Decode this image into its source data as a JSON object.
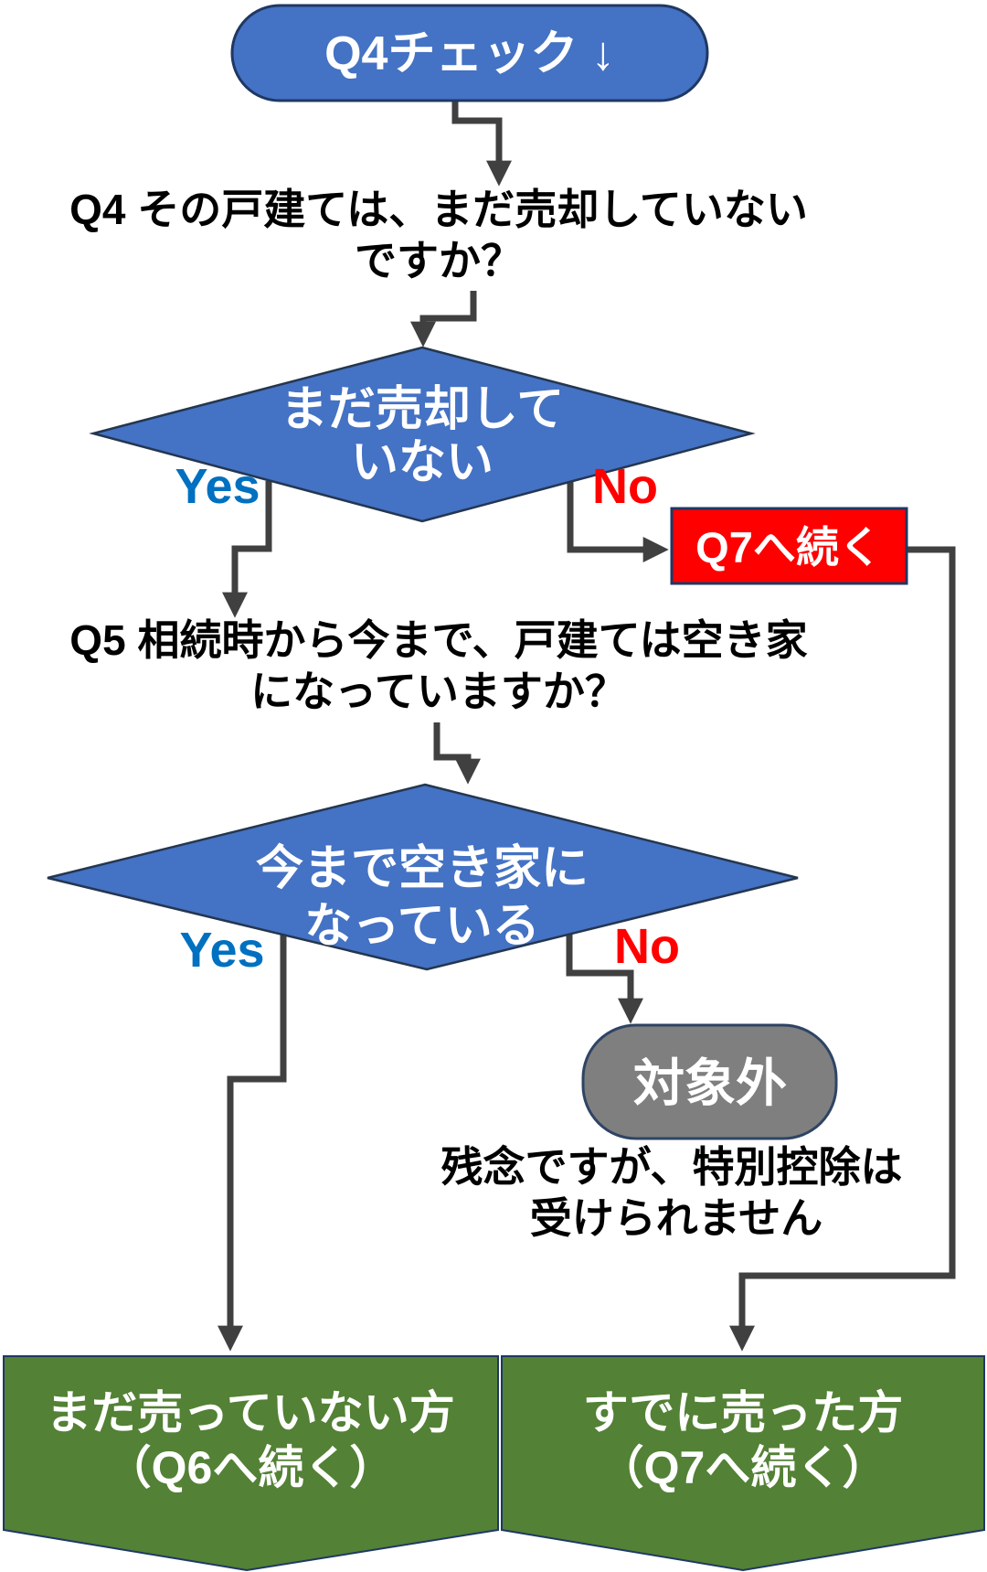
{
  "colors": {
    "node_blue": "#4472C4",
    "node_border": "#1F3864",
    "diamond_border": "#24364F",
    "connector": "#404040",
    "yes_blue": "#0070C0",
    "no_red": "#FF0000",
    "alert_red": "#FF0000",
    "gray_node": "#7F7F7F",
    "banner_green": "#538135",
    "text_black": "#000000",
    "text_white": "#FFFFFF"
  },
  "flow": {
    "start_label": "Q4チェック ↓",
    "q4_text": {
      "line1": "Q4 その戸建ては、まだ売却していない",
      "line2": "ですか？"
    },
    "decision1": {
      "line1": "まだ売却して",
      "line2": "いない",
      "yes_label": "Yes",
      "no_label": "No"
    },
    "q7_box_label": "Q7へ続く",
    "q5_text": {
      "line1": "Q5 相続時から今まで、戸建ては空き家",
      "line2": "になっていますか？"
    },
    "decision2": {
      "line1": "今まで空き家に",
      "line2": "なっている",
      "yes_label": "Yes",
      "no_label": "No"
    },
    "excluded_label": "対象外",
    "excluded_note": {
      "line1": "残念ですが、特別控除は",
      "line2": "受けられません"
    },
    "banner_unsold": {
      "line1": "まだ売っていない方",
      "line2": "（Q6へ続く）"
    },
    "banner_sold": {
      "line1": "すでに売った方",
      "line2": "（Q7へ続く）"
    }
  }
}
